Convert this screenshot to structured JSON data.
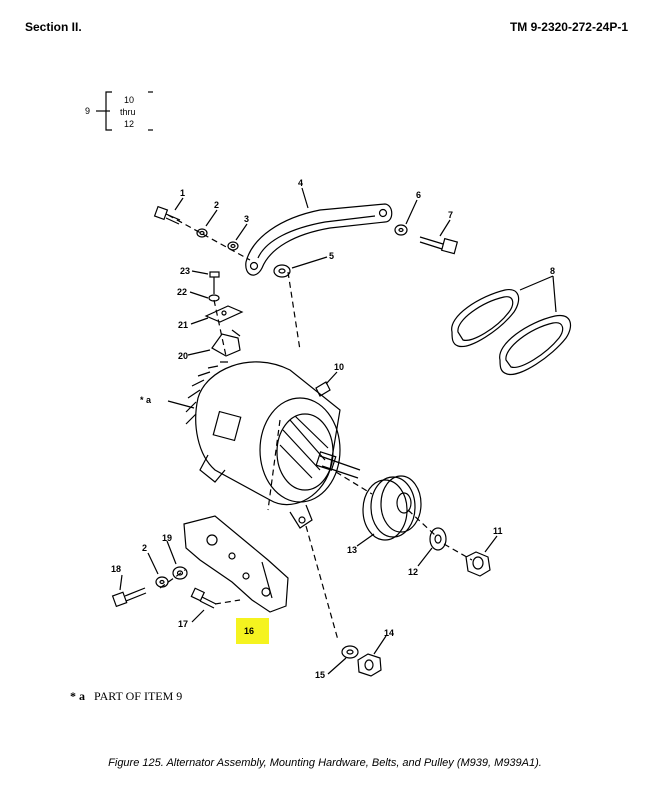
{
  "header": {
    "section": "Section II.",
    "tm_number": "TM 9-2320-272-24P-1"
  },
  "ref_box": {
    "item": "9",
    "line1": "10",
    "line2": "thru",
    "line3": "12"
  },
  "callouts": {
    "c1": "1",
    "c2": "2",
    "c3": "3",
    "c4": "4",
    "c5": "5",
    "c6": "6",
    "c7": "7",
    "c8": "8",
    "c10": "10",
    "c11": "11",
    "c12": "12",
    "c13": "13",
    "c14": "14",
    "c15": "15",
    "c16": "16",
    "c17": "17",
    "c18": "18",
    "c19": "19",
    "c2b": "2",
    "c20": "20",
    "c21": "21",
    "c22": "22",
    "c23": "23",
    "ca": "* a"
  },
  "highlight_color": "#f5f31f",
  "legend": {
    "star": "* a",
    "text": "PART OF ITEM  9"
  },
  "caption": "Figure 125.  Alternator Assembly, Mounting Hardware, Belts, and Pulley (M939, M939A1)."
}
